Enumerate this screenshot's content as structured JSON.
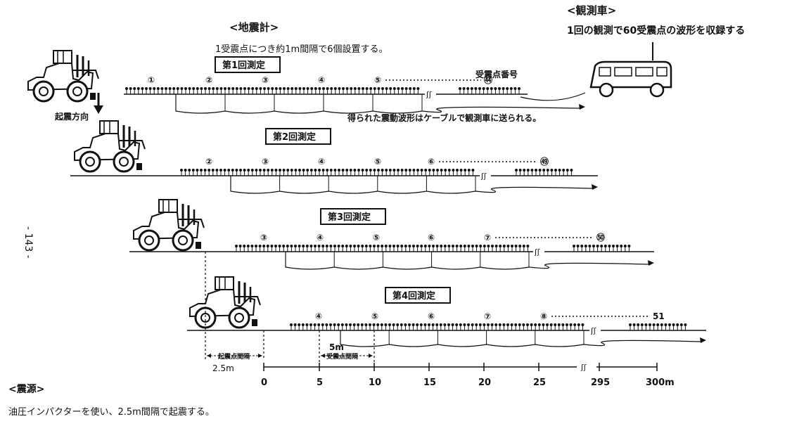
{
  "page_number": "- 143 -",
  "seismometer": {
    "heading": "<地震計>",
    "note": "1受震点につき約1m間隔で6個設置する。"
  },
  "vehicle": {
    "heading": "<観測車>",
    "note": "1回の観測で60受震点の波形を収録する"
  },
  "source": {
    "heading": "<震源>",
    "note": "油圧インパクターを使い、2.5m間隔で起震する。"
  },
  "labels": {
    "shake_direction": "起震方向",
    "receiver_number": "受震点番号",
    "cable_note": "得られた震動波形はケーブルで観測車に送られる。",
    "shot_interval": "起震点間隔",
    "shot_interval_value": "2.5m",
    "receiver_interval": "受震点間隔",
    "receiver_interval_value": "5m"
  },
  "measurements": [
    {
      "title": "第1回測定",
      "markers": [
        "①",
        "②",
        "③",
        "④",
        "⑤",
        "㊹"
      ]
    },
    {
      "title": "第2回測定",
      "markers": [
        "②",
        "③",
        "④",
        "⑤",
        "⑥",
        "㊾"
      ]
    },
    {
      "title": "第3回測定",
      "markers": [
        "③",
        "④",
        "⑤",
        "⑥",
        "⑦",
        "㊿"
      ]
    },
    {
      "title": "第4回測定",
      "markers": [
        "④",
        "⑤",
        "⑥",
        "⑦",
        "⑧",
        "51"
      ]
    }
  ],
  "scale": {
    "ticks": [
      "0",
      "5",
      "10",
      "15",
      "20",
      "25",
      "295",
      "300m"
    ]
  }
}
